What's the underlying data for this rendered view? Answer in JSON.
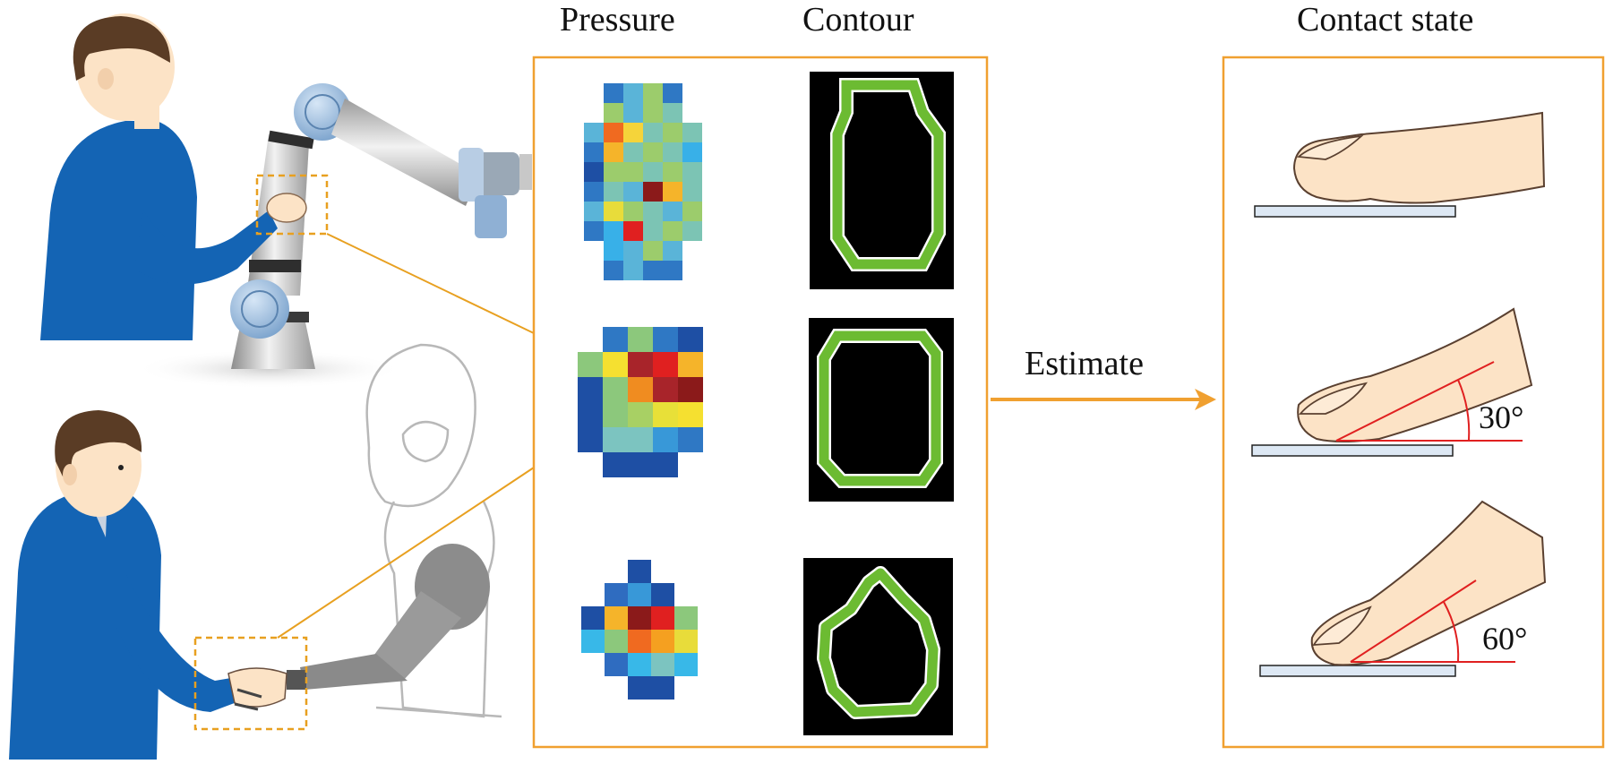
{
  "headings": {
    "pressure": "Pressure",
    "contour": "Contour",
    "contact_state": "Contact state"
  },
  "estimate_label": "Estimate",
  "angles": {
    "a30": "30°",
    "a60": "60°"
  },
  "colors": {
    "frame": "#f0a030",
    "arrow": "#f0a030",
    "callout": "#e8a020",
    "contour_green": "#6cbb32",
    "finger_skin": "#fce3c6",
    "finger_outline": "#5a4030",
    "plate": "#dde8f4",
    "angle_lines": "#e02020",
    "shirt": "#1464b4",
    "hair": "#5a3c25"
  },
  "pressure_maps": [
    {
      "name": "map-1",
      "rows": [
        [
          "",
          "#2f78c4",
          "#5ab4d8",
          "#9ccc6c",
          "#2f78c4",
          ""
        ],
        [
          "",
          "#9ccc6c",
          "#5ab4d8",
          "#9ccc6c",
          "#7cc4b4",
          ""
        ],
        [
          "#5ab4d8",
          "#f06a20",
          "#f5d43a",
          "#7cc4b4",
          "#9ccc6c",
          "#7cc4b4"
        ],
        [
          "#2f78c4",
          "#f5b42a",
          "#7cc4b4",
          "#9ccc6c",
          "#7cc4b4",
          "#38b0e8"
        ],
        [
          "#1e4fa4",
          "#9ccc6c",
          "#9ccc6c",
          "#7cc4b4",
          "#9ccc6c",
          "#7cc4b4"
        ],
        [
          "#2f78c4",
          "#7cc4b4",
          "#5ab4d8",
          "#8b1a1a",
          "#f5b42a",
          "#7cc4b4"
        ],
        [
          "#5ab4d8",
          "#e8dc3a",
          "#9ccc6c",
          "#7cc4b4",
          "#5ab4d8",
          "#9ccc6c"
        ],
        [
          "#2f78c4",
          "#38b0e8",
          "#e02020",
          "#7cc4b4",
          "#9ccc6c",
          "#7cc4b4"
        ],
        [
          "",
          "#38b0e8",
          "#5ab4d8",
          "#9ccc6c",
          "#5ab4d8",
          ""
        ],
        [
          "",
          "#2f78c4",
          "#5ab4d8",
          "#2f78c4",
          "#2f78c4",
          ""
        ]
      ]
    },
    {
      "name": "map-2",
      "rows": [
        [
          "",
          "#2f78c4",
          "#8cc87c",
          "#2f78c4",
          "#1e4fa4"
        ],
        [
          "#8cc87c",
          "#f5e030",
          "#a8242a",
          "#e02020",
          "#f5b42a"
        ],
        [
          "#1e4fa4",
          "#8cc87c",
          "#f08c20",
          "#a8242a",
          "#8b1a1a"
        ],
        [
          "#1e4fa4",
          "#8cc87c",
          "#a8d064",
          "#e8e038",
          "#f5e030"
        ],
        [
          "#1e4fa4",
          "#7cc4c0",
          "#7cc4c0",
          "#3898d8",
          "#2f78c4"
        ],
        [
          "",
          "#1e4fa4",
          "#1e4fa4",
          "#1e4fa4",
          ""
        ]
      ]
    },
    {
      "name": "map-3",
      "rows": [
        [
          "",
          "",
          "#1e4fa4",
          "",
          "",
          ""
        ],
        [
          "",
          "#2f6cc0",
          "#3898d8",
          "#1e4fa4",
          "",
          ""
        ],
        [
          "#1e4fa4",
          "#f5b42a",
          "#8b1a1a",
          "#e02020",
          "#8cc87c",
          ""
        ],
        [
          "#38b8e8",
          "#8cc87c",
          "#f06a20",
          "#f5a020",
          "#e8dc3a",
          ""
        ],
        [
          "",
          "#2f6cc0",
          "#38b8e8",
          "#7cc4c0",
          "#38b8e8",
          ""
        ],
        [
          "",
          "",
          "#1e4fa4",
          "#1e4fa4",
          "",
          ""
        ]
      ]
    }
  ]
}
